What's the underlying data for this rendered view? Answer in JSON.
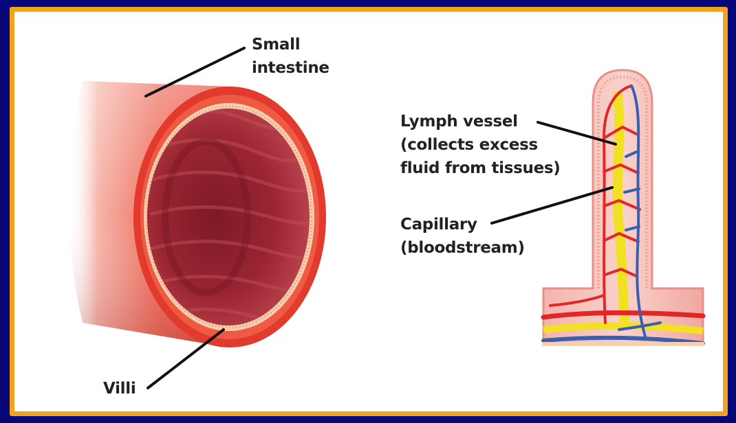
{
  "labels": {
    "small_intestine": [
      "Small",
      "intestine"
    ],
    "villi": "Villi",
    "lymph_vessel": [
      "Lymph vessel",
      "(collects excess",
      "fluid from tissues)"
    ],
    "capillary": [
      "Capillary",
      "(bloodstream)"
    ]
  },
  "colors": {
    "background": "#06087a",
    "frame_border": "#f1a21f",
    "panel": "#ffffff",
    "intestine_wall": "#e84a3c",
    "intestine_rim": "#f5c8a8",
    "villi_lining": "#9e2130",
    "capillary_red": "#e02828",
    "vein_blue": "#3a5fb0",
    "lymph_yellow": "#f2e022",
    "leader_line": "#111111"
  }
}
